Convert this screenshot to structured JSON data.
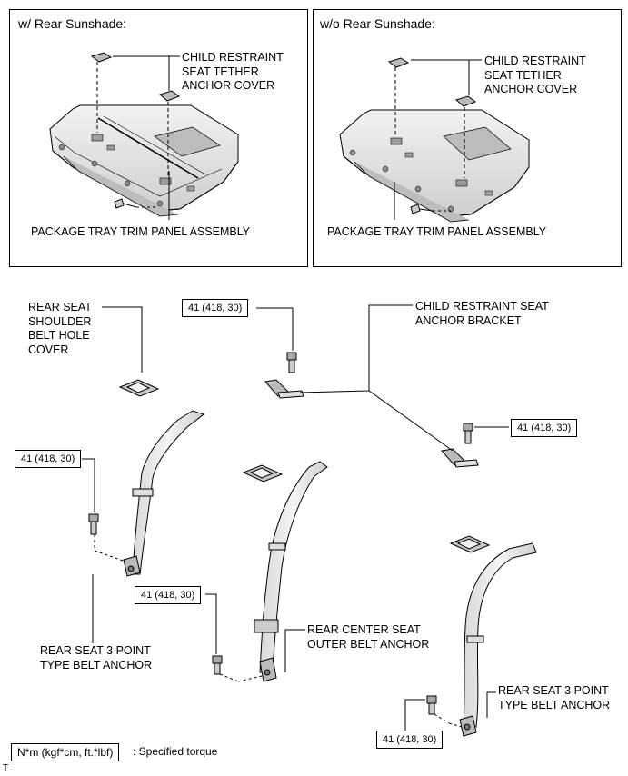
{
  "panels": {
    "with_sunshade": {
      "title": "w/ Rear Sunshade:",
      "anchor_cover_label": "CHILD RESTRAINT\nSEAT TETHER\nANCHOR COVER",
      "tray_label": "PACKAGE TRAY TRIM PANEL ASSEMBLY"
    },
    "without_sunshade": {
      "title": "w/o Rear Sunshade:",
      "anchor_cover_label": "CHILD RESTRAINT\nSEAT TETHER\nANCHOR COVER",
      "tray_label": "PACKAGE TRAY TRIM PANEL ASSEMBLY"
    }
  },
  "labels": {
    "shoulder_cover": "REAR SEAT\nSHOULDER\nBELT HOLE\nCOVER",
    "anchor_bracket": "CHILD RESTRAINT SEAT\nANCHOR BRACKET",
    "left_anchor": "REAR SEAT 3 POINT\nTYPE BELT ANCHOR",
    "center_anchor": "REAR CENTER SEAT\nOUTER BELT ANCHOR",
    "right_anchor": "REAR SEAT 3 POINT\nTYPE BELT ANCHOR"
  },
  "torques": {
    "top": "41 (418, 30)",
    "bracket": "41 (418, 30)",
    "left": "41 (418, 30)",
    "center": "41 (418, 30)",
    "right": "41 (418, 30)"
  },
  "legend": {
    "unit": "N*m (kgf*cm, ft.*lbf)",
    "text": ": Specified torque",
    "corner": "T"
  }
}
